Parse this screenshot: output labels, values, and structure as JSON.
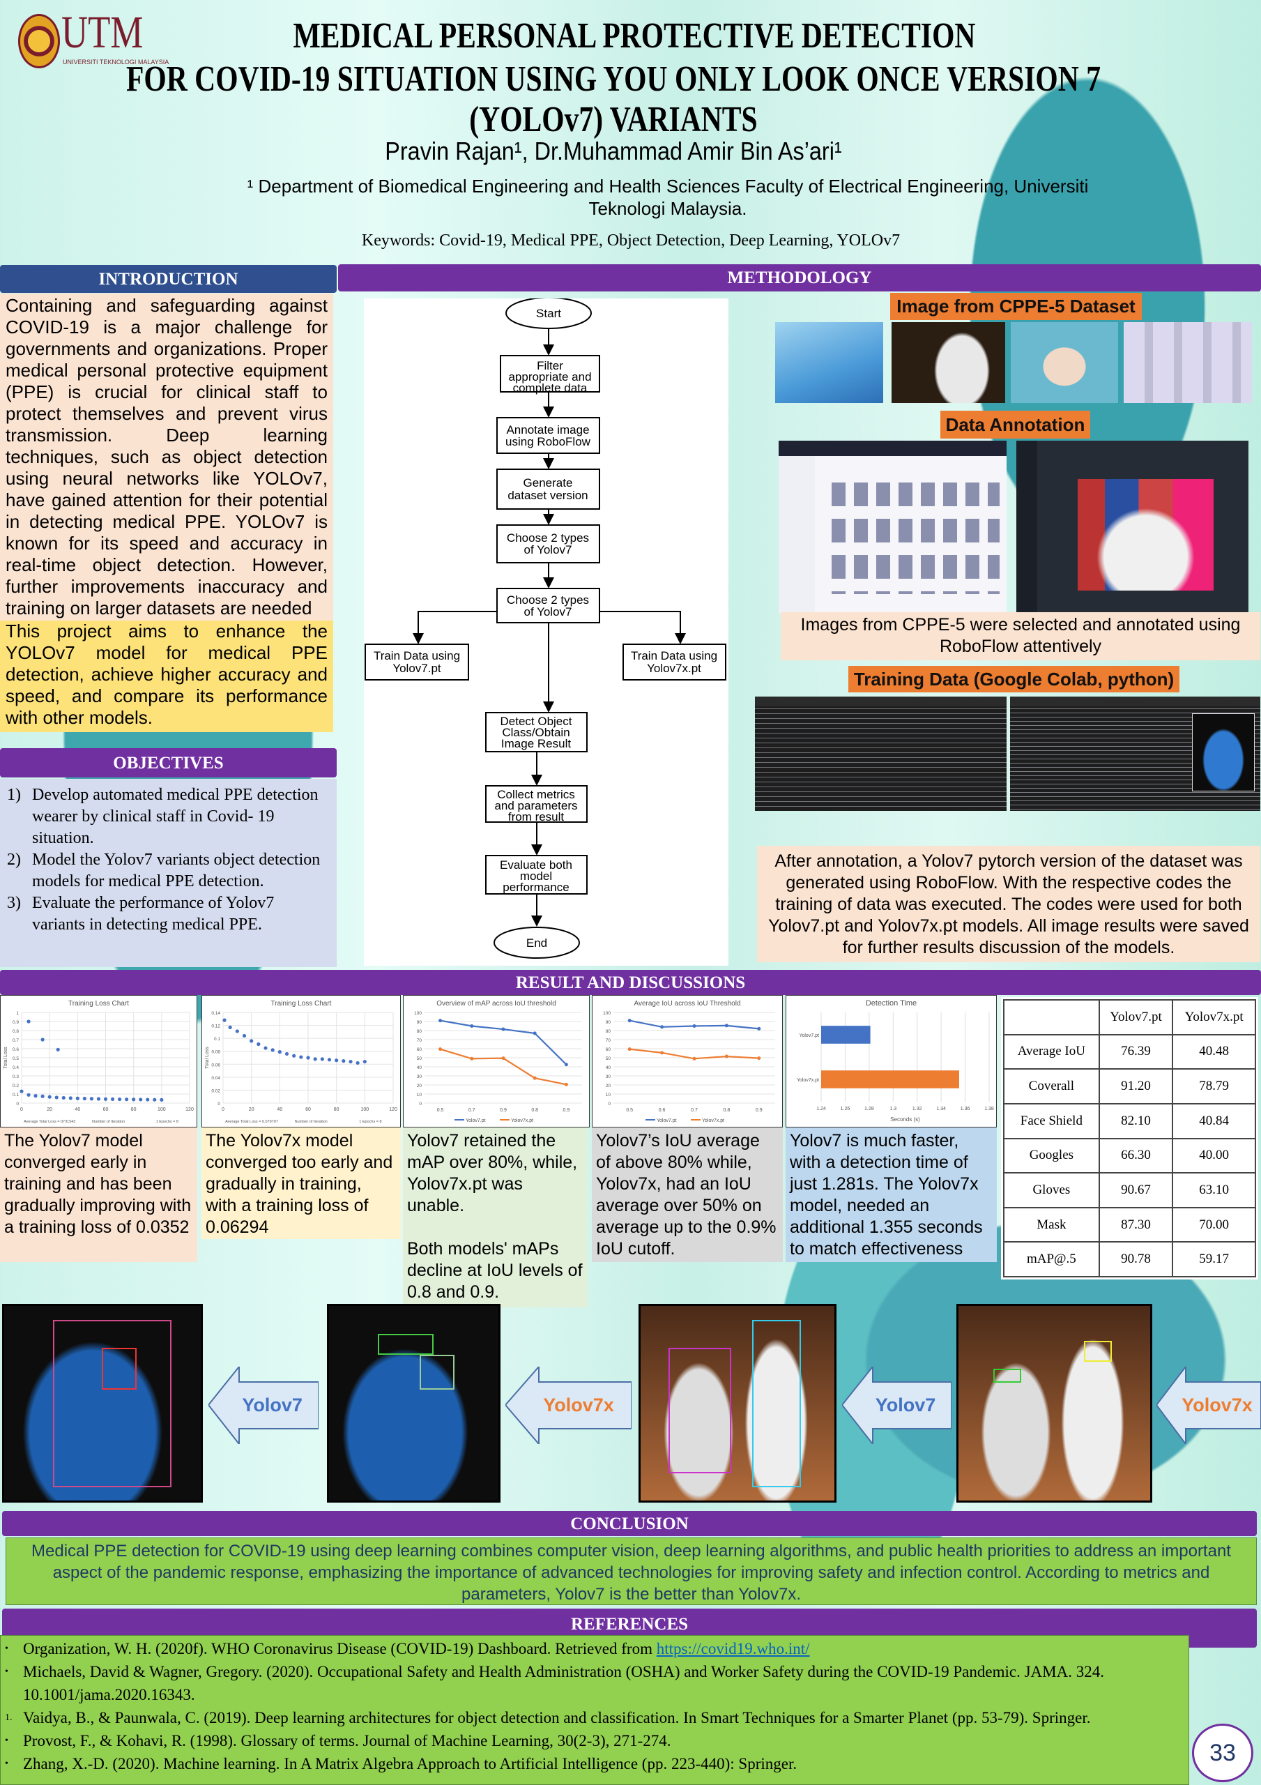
{
  "header": {
    "logo_text": "UTM",
    "logo_sub": "UNIVERSITI TEKNOLOGI MALAYSIA",
    "title_lines": [
      "MEDICAL PERSONAL PROTECTIVE  DETECTION",
      "FOR COVID-19 SITUATION USING YOU ONLY LOOK ONCE VERSION 7",
      "(YOLOv7) VARIANTS"
    ],
    "authors": "Pravin Rajan¹, Dr.Muhammad Amir Bin As’ari¹",
    "affiliation_lines": [
      "¹ Department of Biomedical Engineering and Health Sciences Faculty of Electrical Engineering, Universiti",
      "Teknologi Malaysia."
    ],
    "keywords": "Keywords: Covid-19, Medical PPE, Object Detection, Deep Learning, YOLOv7"
  },
  "introduction": {
    "heading": "INTRODUCTION",
    "p1": "Containing and safeguarding against COVID-19 is a major challenge for governments and organizations. Proper medical personal protective equipment (PPE) is crucial for clinical staff to protect themselves and prevent virus transmission. Deep learning techniques, such as object detection using neural networks like YOLOv7, have gained attention for their potential in detecting medical PPE. YOLOv7 is known for its speed and accuracy in real-time object detection. However, further improvements inaccuracy and training on larger datasets are needed",
    "p2": "This project aims to enhance the YOLOv7 model for medical PPE detection, achieve higher accuracy and speed, and compare its performance with other models."
  },
  "objectives": {
    "heading": "OBJECTIVES",
    "items": [
      {
        "num": "1)",
        "text": "Develop automated medical PPE detection wearer by clinical staff in Covid- 19 situation."
      },
      {
        "num": "2)",
        "text": "Model the Yolov7 variants object detection models for medical PPE detection."
      },
      {
        "num": "3)",
        "text": "Evaluate the performance of Yolov7 variants in detecting medical PPE."
      }
    ]
  },
  "methodology": {
    "heading": "METHODOLOGY",
    "flow": {
      "start": "Start",
      "end": "End",
      "steps": [
        [
          "Filter",
          "appropriate and",
          "complete data"
        ],
        [
          "Annotate image",
          "using RoboFlow"
        ],
        [
          "Generate",
          "dataset version"
        ],
        [
          "Choose 2 types",
          "of Yolov7"
        ],
        [
          "Choose 2 types",
          "of Yolov7"
        ]
      ],
      "train_left": [
        "Train Data using",
        "Yolov7.pt"
      ],
      "train_right": [
        "Train Data using",
        "Yolov7x.pt"
      ],
      "after": [
        [
          "Detect Object",
          "Class/Obtain",
          "Image Result"
        ],
        [
          "Collect metrics",
          "and parameters",
          "from result"
        ],
        [
          "Evaluate both",
          "model",
          "performance"
        ]
      ]
    },
    "dataset_label": "Image from CPPE-5 Dataset",
    "annotation_label": "Data Annotation",
    "annotation_caption": "Images from CPPE-5 were selected and annotated using RoboFlow attentively",
    "training_label": "Training Data (Google Colab, python)",
    "training_caption": "After annotation, a Yolov7 pytorch version of the dataset was generated using RoboFlow. With the respective codes the training of data was executed. The codes were used for both Yolov7.pt and Yolov7x.pt models. All image results were saved for further results discussion of the models."
  },
  "results": {
    "heading": "RESULT AND DISCUSSIONS",
    "captions": [
      "The Yolov7 model converged early in training and has been gradually improving with a training loss of 0.0352",
      "The Yolov7x model converged too early and gradually in training, with a training loss of 0.06294",
      "Yolov7 retained the mAP over 80%, while, Yolov7x.pt was unable.\n\nBoth models' mAPs decline at IoU levels of 0.8 and 0.9.",
      "Yolov7’s IoU average of above 80% while, Yolov7x, had an IoU average over 50% on average up to the 0.9% IoU cutoff.",
      "Yolov7 is much faster, with a detection time of just 1.281s. The Yolov7x model, needed an additional 1.355 seconds to match effectiveness"
    ],
    "table": {
      "headers": [
        "",
        "Yolov7.pt",
        "Yolov7x.pt"
      ],
      "rows": [
        [
          "Average IoU",
          "76.39",
          "40.48"
        ],
        [
          "Coverall",
          "91.20",
          "78.79"
        ],
        [
          "Face Shield",
          "82.10",
          "40.84"
        ],
        [
          "Googles",
          "66.30",
          "40.00"
        ],
        [
          "Gloves",
          "90.67",
          "63.10"
        ],
        [
          "Mask",
          "87.30",
          "70.00"
        ],
        [
          "mAP@.5",
          "90.78",
          "59.17"
        ]
      ]
    },
    "arrows": [
      "Yolov7",
      "Yolov7x",
      "Yolov7",
      "Yolov7x"
    ],
    "colors": {
      "yolov7": "#4472c4",
      "yolov7x": "#ed7d31"
    }
  },
  "chart_data": [
    {
      "type": "scatter",
      "title": "Training Loss Chart",
      "xlabel": "",
      "ylabel": "Total Loss",
      "xlim": [
        0,
        120
      ],
      "ylim": [
        0,
        1
      ],
      "xticks": [
        0,
        20,
        40,
        60,
        80,
        100,
        120
      ],
      "yticks": [
        0,
        0.1,
        0.2,
        0.3,
        0.4,
        0.5,
        0.6,
        0.7,
        0.8,
        0.9,
        1
      ],
      "footnotes": [
        "Average Total Loss = 0731543",
        "Number of Iteration",
        "1 Epochs = 8"
      ],
      "x": [
        0,
        5,
        10,
        15,
        20,
        25,
        30,
        35,
        40,
        45,
        50,
        55,
        60,
        65,
        70,
        75,
        80,
        85,
        90,
        95,
        100,
        5,
        15,
        26
      ],
      "y": [
        0.13,
        0.09,
        0.08,
        0.075,
        0.068,
        0.062,
        0.058,
        0.055,
        0.052,
        0.05,
        0.048,
        0.046,
        0.044,
        0.043,
        0.042,
        0.041,
        0.04,
        0.039,
        0.038,
        0.037,
        0.036,
        0.9,
        0.7,
        0.59
      ]
    },
    {
      "type": "scatter",
      "title": "Training Loss Chart",
      "xlabel": "",
      "ylabel": "Total Loss",
      "xlim": [
        0,
        120
      ],
      "ylim": [
        0,
        0.14
      ],
      "xticks": [
        0,
        20,
        40,
        60,
        80,
        100,
        120
      ],
      "yticks": [
        0,
        0.02,
        0.04,
        0.06,
        0.08,
        0.1,
        0.12,
        0.14
      ],
      "footnotes": [
        "Average Total Loss = 0.079707",
        "Number of Iteration",
        "1 Epochs = 8"
      ],
      "x": [
        1,
        5,
        10,
        15,
        20,
        25,
        30,
        35,
        40,
        45,
        50,
        55,
        60,
        65,
        70,
        75,
        80,
        85,
        90,
        95,
        100
      ],
      "y": [
        0.128,
        0.117,
        0.111,
        0.104,
        0.096,
        0.091,
        0.085,
        0.082,
        0.079,
        0.076,
        0.073,
        0.071,
        0.07,
        0.068,
        0.068,
        0.067,
        0.066,
        0.065,
        0.064,
        0.062,
        0.064
      ]
    },
    {
      "type": "line",
      "title": "Overview of mAP across IoU threshold",
      "categories": [
        "0.5",
        "0.7",
        "0.9",
        "0.8",
        "0.9"
      ],
      "ylim": [
        0,
        100
      ],
      "yticks": [
        0,
        10,
        20,
        30,
        40,
        50,
        60,
        70,
        80,
        90,
        100
      ],
      "series": [
        {
          "name": "Yolov7.pt",
          "color": "#4472c4",
          "values": [
            91,
            85,
            81.5,
            77,
            42.5
          ]
        },
        {
          "name": "Yolov7x.pt",
          "color": "#ed7d31",
          "values": [
            59.5,
            49,
            49.5,
            27.5,
            20.5
          ]
        }
      ]
    },
    {
      "type": "line",
      "title": "Average IoU across IoU Threshold",
      "categories": [
        "0.5",
        "0.6",
        "0.7",
        "0.8",
        "0.9"
      ],
      "ylim": [
        0,
        100
      ],
      "yticks": [
        0,
        10,
        20,
        30,
        40,
        50,
        60,
        70,
        80,
        90,
        100
      ],
      "series": [
        {
          "name": "Yolov7.pt",
          "color": "#4472c4",
          "values": [
            91,
            84,
            85,
            85.5,
            82
          ]
        },
        {
          "name": "Yolov7x.pt",
          "color": "#ed7d31",
          "values": [
            59.5,
            55.5,
            49,
            51.5,
            49.5
          ]
        }
      ]
    },
    {
      "type": "bar",
      "orientation": "horizontal",
      "title": "Detection Time",
      "xlabel": "Seconds (s)",
      "categories": [
        "Yolov7.pt",
        "Yolov7x.pt"
      ],
      "values": [
        1.281,
        1.355
      ],
      "colors": [
        "#4472c4",
        "#ed7d31"
      ],
      "xlim": [
        1.24,
        1.38
      ],
      "xticks": [
        "1.24",
        "1.26",
        "1.28",
        "1.3",
        "1.32",
        "1.34",
        "1.36",
        "1.38"
      ]
    }
  ],
  "conclusion": {
    "heading": "CONCLUSION",
    "text": "Medical PPE detection for COVID-19 using deep learning combines computer vision, deep learning algorithms, and public health priorities to address an important aspect of the pandemic response, emphasizing the importance of advanced technologies for improving safety and infection control. According to metrics and parameters, Yolov7 is the better than Yolov7x."
  },
  "references": {
    "heading": "REFERENCES",
    "items": [
      {
        "marker": "•",
        "text": "Organization, W. H. (2020f). WHO Coronavirus Disease (COVID-19) Dashboard. Retrieved from ",
        "link": "https://covid19.who.int/"
      },
      {
        "marker": "•",
        "text": "Michaels, David & Wagner, Gregory. (2020). Occupational Safety and Health Administration (OSHA) and Worker Safety during the COVID-19 Pandemic. JAMA. 324. 10.1001/jama.2020.16343."
      },
      {
        "marker": "1.",
        "text": "Vaidya, B., & Paunwala, C. (2019). Deep learning architectures for object detection and classification. In Smart Techniques for a Smarter Planet (pp. 53-79). Springer."
      },
      {
        "marker": "•",
        "text": "Provost, F., & Kohavi, R. (1998). Glossary of terms. Journal of Machine Learning, 30(2-3), 271-274."
      },
      {
        "marker": "•",
        "text": "Zhang, X.-D. (2020). Machine learning. In A Matrix Algebra Approach to Artificial Intelligence (pp. 223-440): Springer."
      }
    ]
  },
  "page_number": "33"
}
